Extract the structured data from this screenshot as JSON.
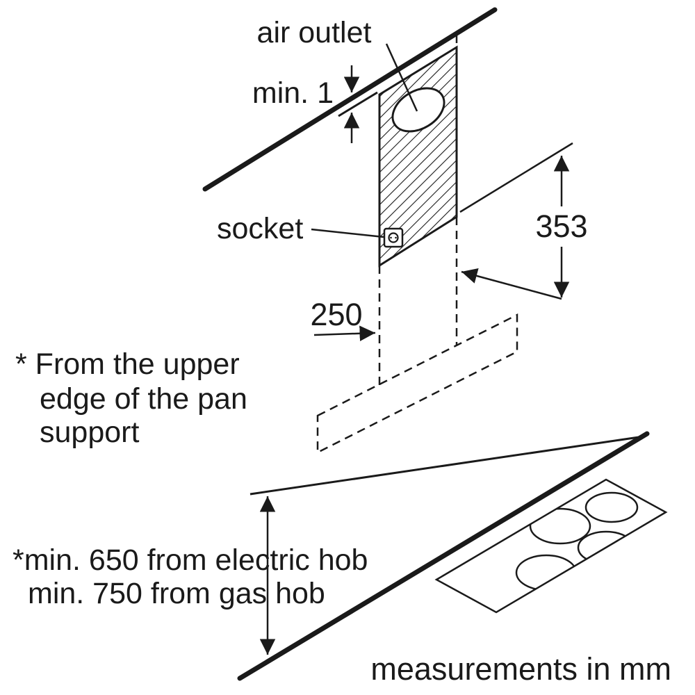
{
  "diagram": {
    "labels": {
      "air_outlet": "air outlet",
      "min_gap": "min. 1",
      "socket": "socket",
      "chimney_height": "353",
      "duct_offset": "250",
      "pan_note_1": "* From the upper",
      "pan_note_2": "edge of the pan",
      "pan_note_3": "support",
      "hob_note_1": "*min. 650 from electric hob",
      "hob_note_2": "min. 750 from gas hob",
      "units_note": "measurements in mm"
    },
    "colors": {
      "line": "#1a1a1a",
      "background": "#ffffff"
    }
  }
}
